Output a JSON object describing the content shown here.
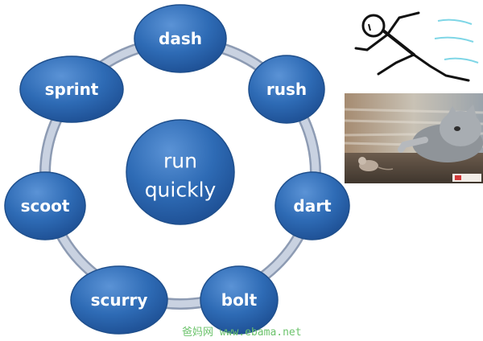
{
  "center": {
    "line1": "run",
    "line2": "quickly"
  },
  "nodes": [
    {
      "label": "dash"
    },
    {
      "label": "rush"
    },
    {
      "label": "dart"
    },
    {
      "label": "bolt"
    },
    {
      "label": "scurry"
    },
    {
      "label": "scoot"
    },
    {
      "label": "sprint"
    }
  ],
  "watermark": "爸妈网 www.ebama.net",
  "colors": {
    "node_fill": "#2e6bb5",
    "node_edge": "#1f4f8c",
    "ring": "#b9c4d6",
    "ring_edge": "#8d9bb3",
    "watermark": "#6cc36c",
    "motion_lines": "#7fd6e6"
  },
  "icons": {
    "stick_figure": "running-stick-figure",
    "photo": "cat-chasing-mouse-photo"
  }
}
